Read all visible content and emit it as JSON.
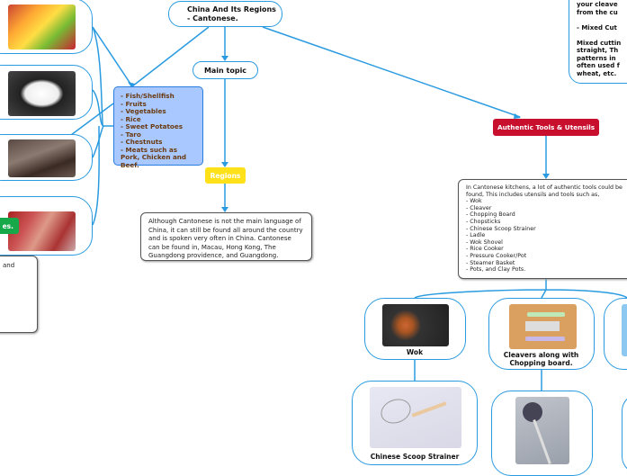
{
  "root": {
    "title": "China And Its Regions\n- Cantonese."
  },
  "main_topic": {
    "label": "Main topic"
  },
  "regions": {
    "label": "Regions",
    "text": "Although Cantonese is not the main language of China, it can still be found all around the country and is spoken very often in China. Cantonese can be found in, Macau, Hong Kong, The Guangdong providence, and Guangdong."
  },
  "foods": {
    "text": "- Fish/Shellfish\n- Fruits\n- Vegetables\n- Rice\n- Sweet Potatoes\n- Taro\n- Chestnuts\n- Meats such as Pork, Chicken and Beef.",
    "partial_label": "es.",
    "partial_note": "and"
  },
  "cutting_note": {
    "text": "your cleave\nfrom the cu\n\n- Mixed Cut\n\nMixed cuttin\nstraight, Th\npatterns in\noften used f\nwheat, etc."
  },
  "tools": {
    "label": "Authentic Tools & Utensils",
    "text": "In Cantonese kitchens, a lot of authentic tools could be found, This includes utensils and tools such as,\n- Wok\n- Cleaver\n- Chopping Board\n- Chopsticks\n- Chinese Scoop Strainer\n- Ladle\n- Wok Shovel\n- Rice Cooker\n- Pressure Cooker/Pot\n- Steamer Basket\n- Pots, and Clay Pots.",
    "items": [
      {
        "label": "Wok"
      },
      {
        "label": "Cleavers along with\nChopping board."
      },
      {
        "label": "Chinese Scoop Strainer"
      }
    ]
  },
  "colors": {
    "line": "#2a9be0",
    "tools_red": "#c8102e",
    "regions_yellow": "#ffe11a",
    "food_blue": "#a8c8ff",
    "green": "#17a84a"
  }
}
